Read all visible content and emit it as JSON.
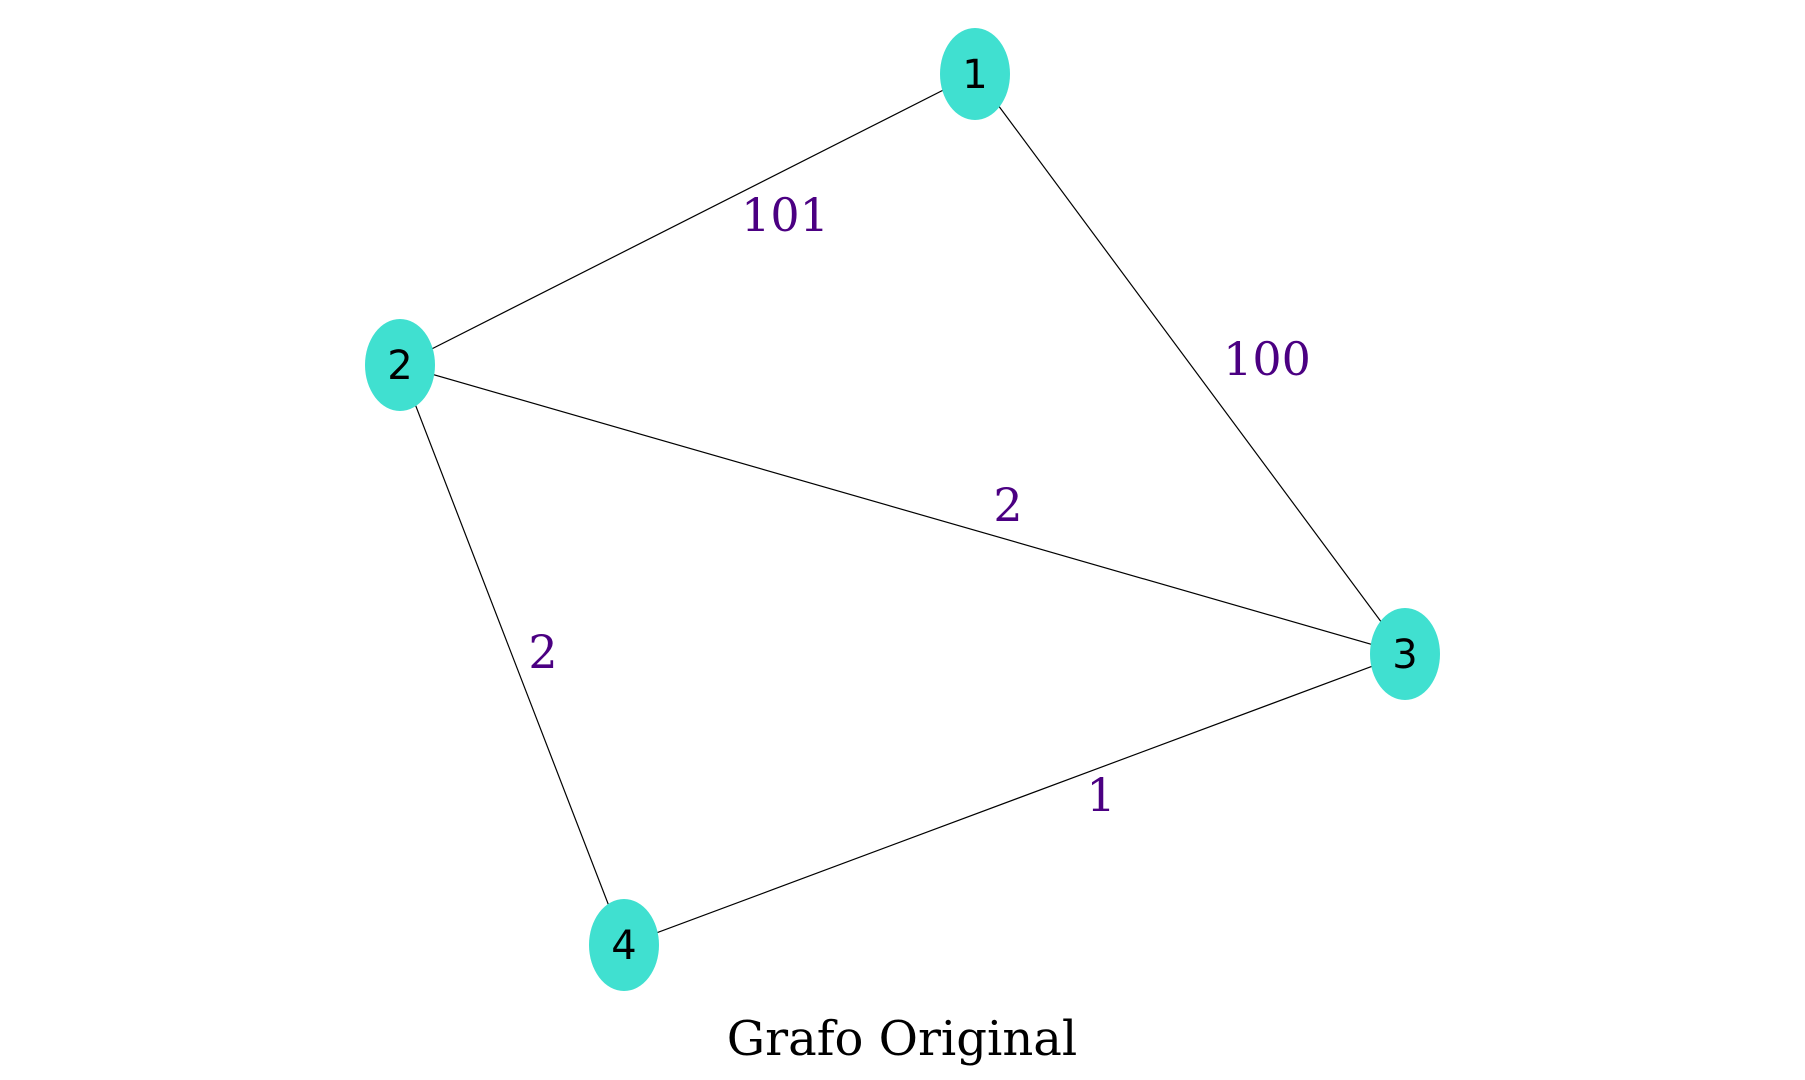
{
  "title": "Grafo Original",
  "colors": {
    "node_fill": "#40e0d0",
    "node_text": "#000000",
    "edge_line": "#000000",
    "edge_weight_text": "#4b0082",
    "background": "#ffffff"
  },
  "nodes": [
    {
      "id": "1",
      "label": "1"
    },
    {
      "id": "2",
      "label": "2"
    },
    {
      "id": "3",
      "label": "3"
    },
    {
      "id": "4",
      "label": "4"
    }
  ],
  "edges": [
    {
      "from": "1",
      "to": "2",
      "weight": "101"
    },
    {
      "from": "1",
      "to": "3",
      "weight": "100"
    },
    {
      "from": "2",
      "to": "3",
      "weight": "2"
    },
    {
      "from": "2",
      "to": "4",
      "weight": "2"
    },
    {
      "from": "3",
      "to": "4",
      "weight": "1"
    }
  ]
}
